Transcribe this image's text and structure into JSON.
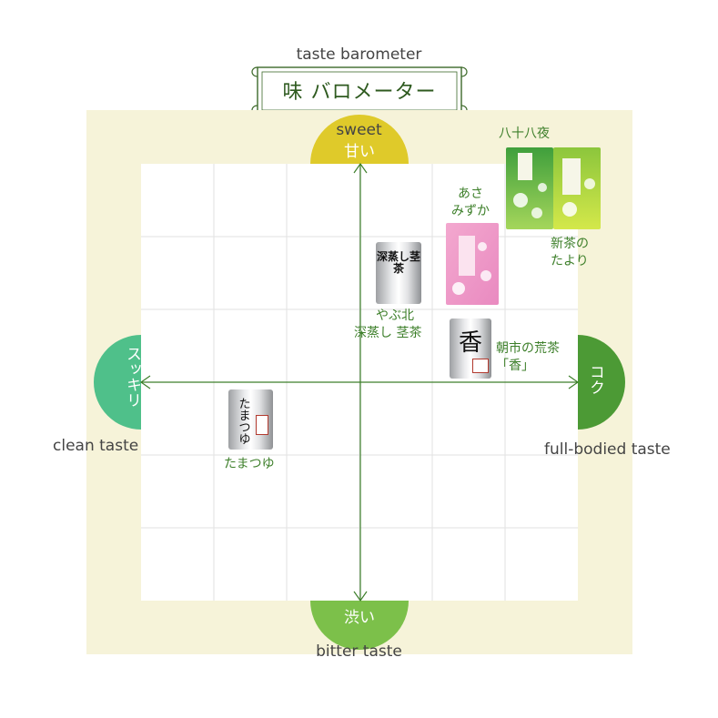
{
  "title": {
    "english": "taste barometer",
    "japanese": "味 バロメーター"
  },
  "axes": {
    "sweet": {
      "english": "sweet",
      "japanese": "甘い",
      "color": "#dfca2a"
    },
    "bitter": {
      "english": "bitter taste",
      "japanese": "渋い",
      "color": "#7cc04a"
    },
    "clean": {
      "english": "clean taste",
      "japanese": "スッキリ",
      "color": "#4fc08a"
    },
    "full": {
      "english": "full-bodied taste",
      "japanese": "コク",
      "color": "#4c9a35"
    }
  },
  "products": {
    "hachijuhachiya": {
      "label": "八十八夜"
    },
    "shincha": {
      "label_line1": "新茶の",
      "label_line2": "たより"
    },
    "asamizuka": {
      "label_line1": "あさ",
      "label_line2": "みずか"
    },
    "yabukita": {
      "label_line1": "やぶ北",
      "label_line2": "深蒸し 茎茶",
      "package_text": "深蒸し茎茶"
    },
    "asaichi": {
      "label_line1": "朝市の荒茶",
      "label_line2": "「香」",
      "package_text": "香"
    },
    "tamatsuyu": {
      "label": "たまつゆ",
      "package_text": "たまつゆ"
    }
  },
  "colors": {
    "board": "#f6f3d9",
    "axis_line": "#3d7f2a",
    "label_green": "#3d7f2a"
  }
}
